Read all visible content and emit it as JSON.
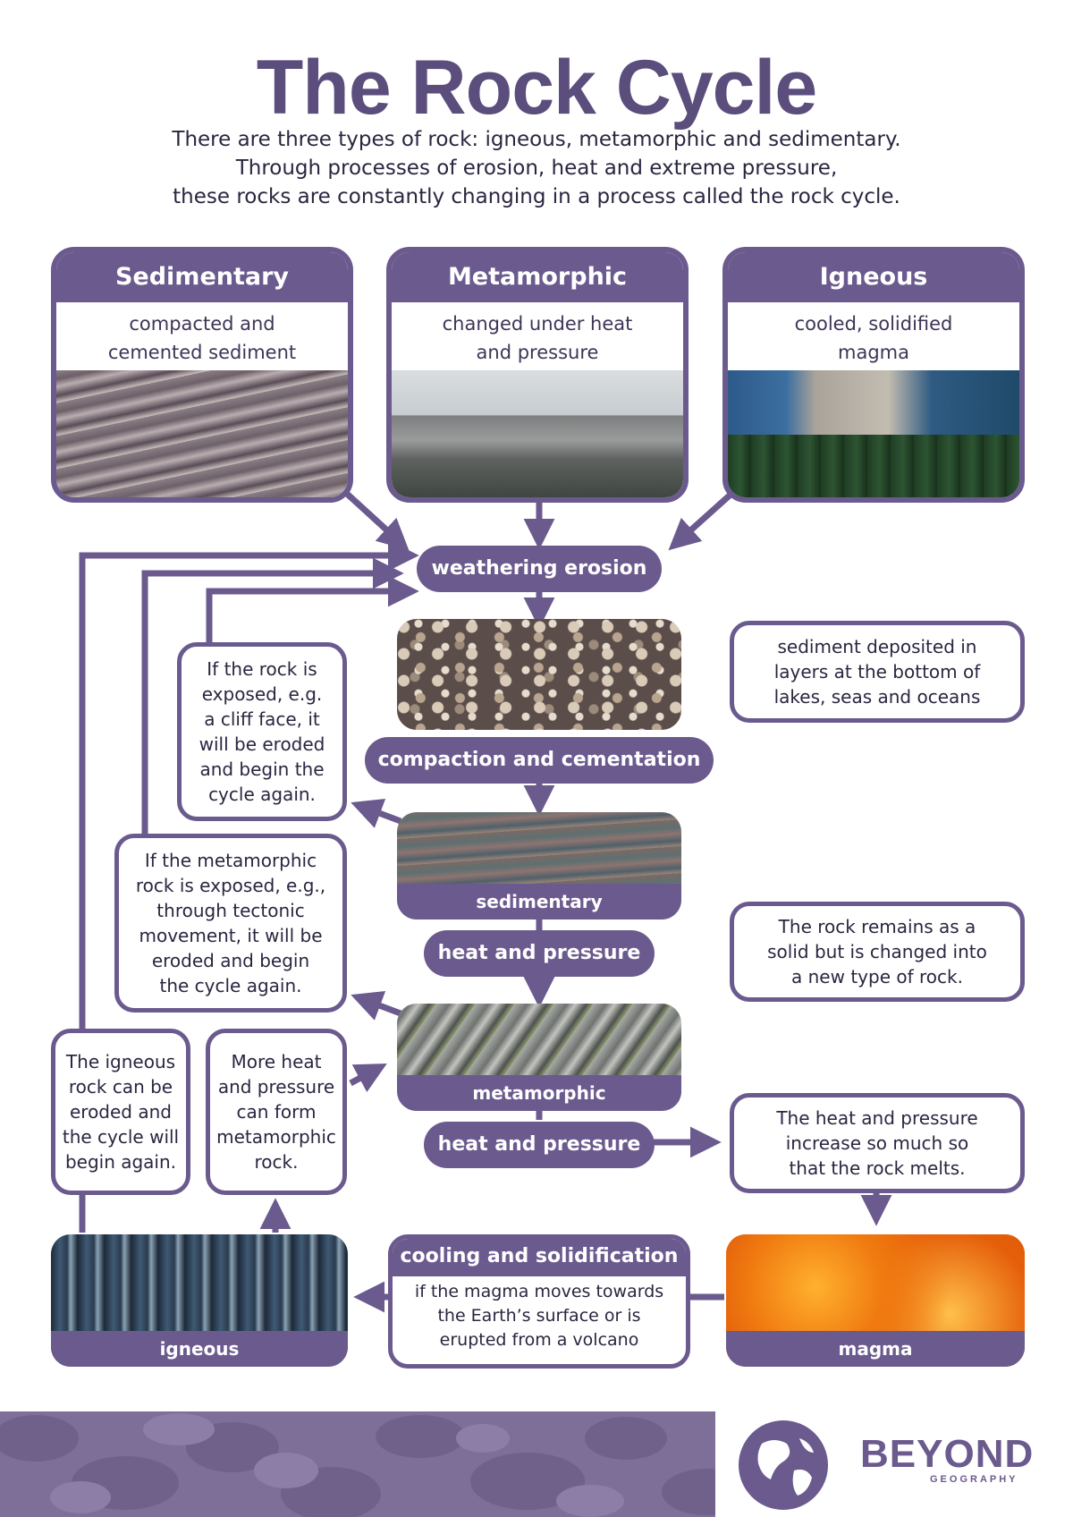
{
  "title": "The Rock Cycle",
  "intro": [
    "There are three types of rock: igneous, metamorphic and sedimentary.",
    "Through processes of erosion, heat and extreme pressure,",
    "these rocks are constantly changing in a process called the rock cycle."
  ],
  "rock_types": [
    {
      "name": "Sedimentary",
      "description": "compacted and\ncemented sediment"
    },
    {
      "name": "Metamorphic",
      "description": "changed under heat\nand pressure"
    },
    {
      "name": "Igneous",
      "description": "cooled, solidified\nmagma"
    }
  ],
  "processes": {
    "weathering": "weathering erosion",
    "compaction": "compaction and cementation",
    "heat_pressure_1": "heat and pressure",
    "heat_pressure_2": "heat and pressure",
    "cooling": "cooling and solidification",
    "cooling_note": "if the magma moves towards\nthe Earth’s surface or is\nerupted from a volcano"
  },
  "photo_labels": {
    "sedimentary": "sedimentary",
    "metamorphic": "metamorphic",
    "igneous": "igneous",
    "magma": "magma"
  },
  "notes": {
    "sediment_deposited": "sediment deposited in\nlayers at the bottom of\nlakes, seas and oceans",
    "rock_remains": "The rock remains as a\nsolid but is changed into\na new type of rock.",
    "rock_melts": "The heat and pressure\nincrease so much so\nthat the rock melts.",
    "rock_exposed": "If the rock is\nexposed, e.g.\na cliff face, it\nwill be eroded\nand begin the\ncycle again.",
    "metamorphic_exposed": "If the metamorphic\nrock is exposed, e.g.,\nthrough tectonic\nmovement, it will be\neroded and begin\nthe cycle again.",
    "igneous_eroded": "The igneous\nrock can be\neroded and\nthe cycle will\nbegin again.",
    "more_heat": "More heat\nand pressure\ncan form\nmetamorphic\nrock."
  },
  "brand": {
    "name": "BEYOND",
    "sub": "GEOGRAPHY"
  },
  "colors": {
    "accent": "#6b5a8e",
    "title": "#5b4d7c",
    "footer": "#7e6f99"
  }
}
